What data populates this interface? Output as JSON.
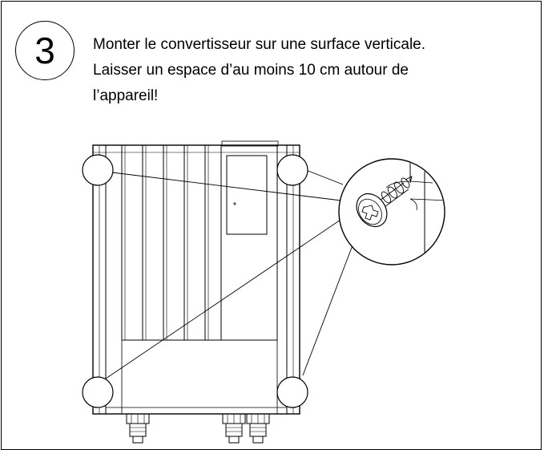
{
  "step": {
    "number": "3"
  },
  "instruction": {
    "lines": [
      "Monter le convertisseur sur une surface verticale.",
      "Laisser un espace d’au moins 10 cm autour de",
      "l’appareil!"
    ]
  },
  "illustration": {
    "mounting_points": [
      "top-left",
      "top-right",
      "bottom-left",
      "bottom-right"
    ],
    "detail": "screw-magnified",
    "cable_glands": 3
  }
}
